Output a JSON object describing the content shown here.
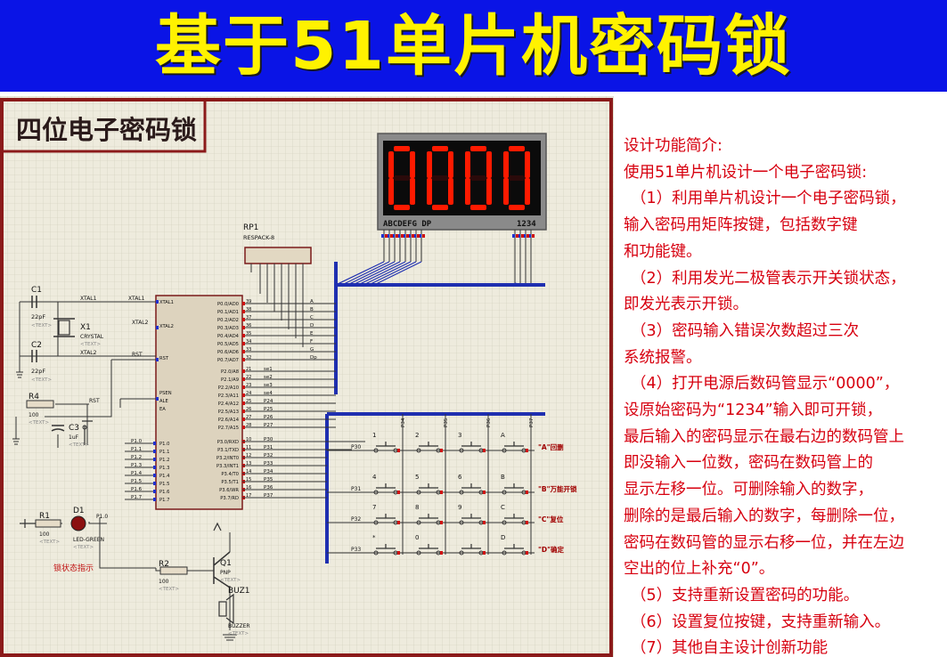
{
  "banner": {
    "title": "基于51单片机密码锁"
  },
  "schematic": {
    "title": "四位电子密码锁",
    "display": {
      "digits": [
        "0",
        "0",
        "0",
        "0"
      ],
      "seg_label": "ABCDEFG DP",
      "com_label": "1234"
    },
    "rp1": {
      "ref": "RP1",
      "value": "RESPACK-8",
      "text": "<TEXT>"
    },
    "mcu": {
      "left_pins": [
        "XTAL1",
        "XTAL2",
        "RST",
        "PSEN",
        "ALE",
        "EA",
        "P1.0",
        "P1.1",
        "P1.2",
        "P1.3",
        "P1.4",
        "P1.5",
        "P1.6",
        "P1.7"
      ],
      "right_pins": [
        "P0.0/AD0",
        "P0.1/AD1",
        "P0.2/AD2",
        "P0.3/AD3",
        "P0.4/AD4",
        "P0.5/AD5",
        "P0.6/AD6",
        "P0.7/AD7",
        "P2.0/A8",
        "P2.1/A9",
        "P2.2/A10",
        "P2.3/A11",
        "P2.4/A12",
        "P2.5/A13",
        "P2.6/A14",
        "P2.7/A15",
        "P3.0/RXD",
        "P3.1/TXD",
        "P3.2/INT0",
        "P3.3/INT1",
        "P3.4/T0",
        "P3.5/T1",
        "P3.6/WR",
        "P3.7/RD"
      ],
      "right_pin_nums": [
        "39",
        "38",
        "37",
        "36",
        "35",
        "34",
        "33",
        "32",
        "21",
        "22",
        "23",
        "24",
        "25",
        "26",
        "27",
        "28",
        "10",
        "11",
        "12",
        "13",
        "14",
        "15",
        "16",
        "17"
      ],
      "p0_nets": [
        "A",
        "B",
        "C",
        "D",
        "E",
        "F",
        "G",
        "Dp"
      ],
      "p2_nets": [
        "se1",
        "se2",
        "se3",
        "se4",
        "P24",
        "P25",
        "P26",
        "P27"
      ],
      "p3_nets": [
        "P30",
        "P31",
        "P32",
        "P33",
        "P34",
        "P35",
        "P36",
        "P37"
      ]
    },
    "components": {
      "c1": {
        "ref": "C1",
        "value": "22pF"
      },
      "c2": {
        "ref": "C2",
        "value": "22pF"
      },
      "x1": {
        "ref": "X1",
        "value": "CRYSTAL"
      },
      "r4": {
        "ref": "R4",
        "value": "100"
      },
      "c3": {
        "ref": "C3",
        "value": "1uF"
      },
      "r1": {
        "ref": "R1",
        "value": "100"
      },
      "d1": {
        "ref": "D1",
        "value": "LED-GREEN"
      },
      "r2": {
        "ref": "R2",
        "value": "100"
      },
      "q1": {
        "ref": "Q1",
        "value": "PNP"
      },
      "buz1": {
        "ref": "BUZ1",
        "value": "BUZZER"
      },
      "text_placeholder": "<TEXT>"
    },
    "net_labels": {
      "xtal1": "XTAL1",
      "xtal2": "XTAL2",
      "rst": "RST",
      "p10": "P1.0"
    },
    "led_caption": "锁状态指示",
    "keypad": {
      "rows": [
        {
          "keys": [
            "1",
            "2",
            "3",
            "A"
          ],
          "net": "P30"
        },
        {
          "keys": [
            "4",
            "5",
            "6",
            "B"
          ],
          "net": "P31"
        },
        {
          "keys": [
            "7",
            "8",
            "9",
            "C"
          ],
          "net": "P32"
        },
        {
          "keys": [
            "*",
            "0",
            "",
            "D"
          ],
          "net": "P33"
        }
      ],
      "col_nets": [
        "P34",
        "P35",
        "P36",
        "P37"
      ],
      "key_notes": [
        "\"A\"回删",
        "\"B\"万能开锁",
        "\"C\"复位",
        "\"D\"确定"
      ]
    }
  },
  "description": {
    "lines": [
      "设计功能简介:",
      "使用51单片机设计一个电子密码锁:",
      "（1）利用单片机设计一个电子密码锁，",
      "输入密码用矩阵按键，包括数字键",
      "和功能键。",
      "（2）利用发光二极管表示开关锁状态，",
      "即发光表示开锁。",
      "（3）密码输入错误次数超过三次",
      "系统报警。",
      "（4）打开电源后数码管显示“0000”，",
      "设原始密码为“1234”输入即可开锁，",
      "最后输入的密码显示在最右边的数码管上",
      "即没输入一位数，密码在数码管上的",
      "显示左移一位。可删除输入的数字，",
      "删除的是最后输入的数字，每删除一位，",
      "密码在数码管的显示右移一位，并在左边",
      "空出的位上补充“0”。",
      "（5）支持重新设置密码的功能。",
      "（6）设置复位按键，支持重新输入。",
      "（7）其他自主设计创新功能"
    ]
  },
  "colors": {
    "banner_bg": "#0a14e6",
    "banner_text": "#fff200",
    "desc_text": "#d7000f",
    "frame": "#8b1a1a",
    "grid_bg": "#eeebdd",
    "bus": "#1f2fb0",
    "chip_fill": "#ddd3be",
    "segment_on": "#ff1a00"
  }
}
